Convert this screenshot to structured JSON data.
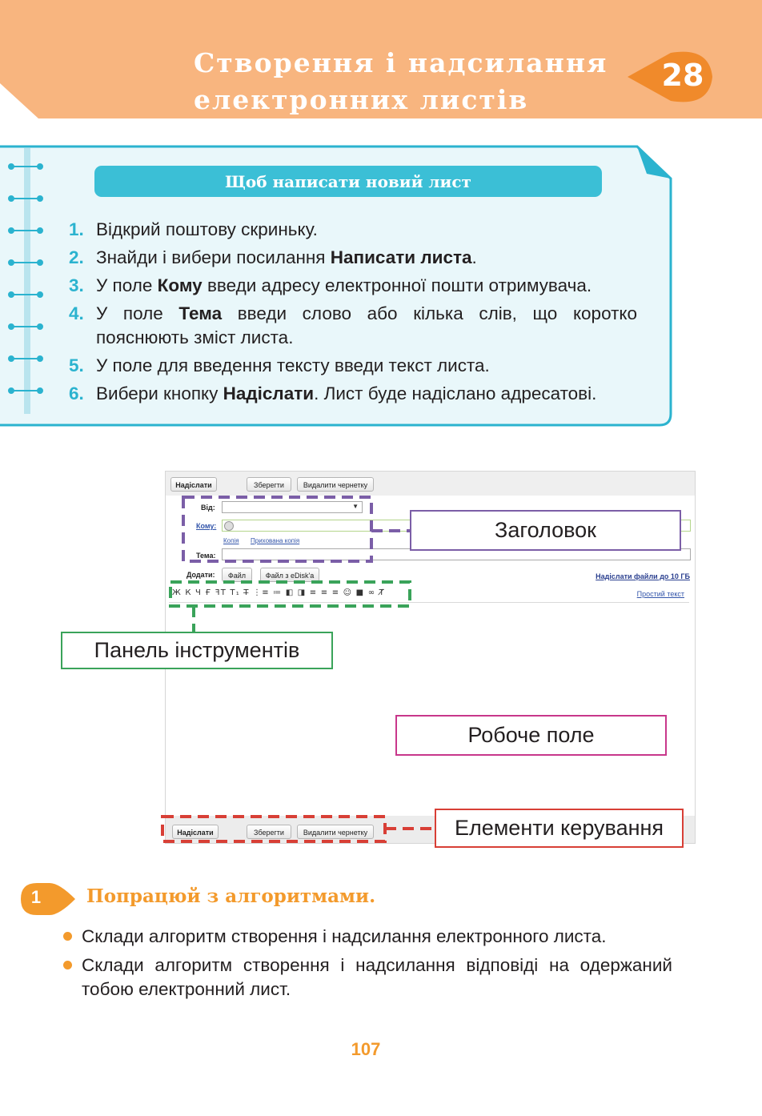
{
  "header": {
    "title_line1": "Створення і надсилання",
    "title_line2": "електронних листів",
    "lesson_number": "28",
    "colors": {
      "banner": "#f8b57f",
      "badge": "#f08a2b"
    }
  },
  "instructions": {
    "heading": "Щоб написати новий лист",
    "steps": [
      {
        "num": "1.",
        "text": "Відкрий поштову скриньку."
      },
      {
        "num": "2.",
        "before": "Знайди і вибери посилання ",
        "bold": "Написати листа",
        "after": "."
      },
      {
        "num": "3.",
        "before": "У поле ",
        "bold": "Кому",
        "after": " введи адресу електронної пошти отримувача."
      },
      {
        "num": "4.",
        "before": "У поле ",
        "bold": "Тема",
        "after": " введи слово або кілька слів, що коротко пояснюють зміст листа."
      },
      {
        "num": "5.",
        "text": "У поле для введення тексту введи текст листа."
      },
      {
        "num": "6.",
        "before": "Вибери кнопку ",
        "bold": "Надіслати",
        "after": ". Лист буде надіслано адресатові."
      }
    ],
    "colors": {
      "box_fill": "#e9f7fa",
      "box_border": "#2bb3cf"
    }
  },
  "mail_screenshot": {
    "send_button": "Надіслати",
    "save_button": "Зберегти",
    "delete_draft_button": "Видалити чернетку",
    "from_label": "Від:",
    "to_label": "Кому:",
    "copy_link": "Копія",
    "hidden_copy_link": "Прихована копія",
    "subject_label": "Тема:",
    "attach_label": "Додати:",
    "file_button": "Файл",
    "edisk_button": "Файл з eDisk'a",
    "send_files_link": "Надіслати файли до 10 ГБ",
    "toolbar_icons": "Ж К Ч Ғ ꟻT T₁ T̶ ⋮≡ ≔ ◧ ◨ ≡ ≡ ≡ ☺ ■ ∞ T̸",
    "plain_text_link": "Простий текст",
    "bottom_send_button": "Надіслати",
    "bottom_save_button": "Зберегти",
    "bottom_delete_draft_button": "Видалити чернетку"
  },
  "callouts": {
    "header": "Заголовок",
    "toolbar": "Панель інструментів",
    "work_area": "Робоче поле",
    "controls": "Елементи керування",
    "colors": {
      "header": "#7b5ea7",
      "toolbar": "#3aa35a",
      "work_area": "#c8378b",
      "controls": "#d83f36"
    }
  },
  "exercise": {
    "number": "1",
    "title": "Попрацюй з алгоритмами.",
    "bullets": [
      "Склади алгоритм створення і надсилання електронного листа.",
      "Склади алгоритм створення і надсилання відповіді на одержаний тобою електронний лист."
    ],
    "color": "#f39a2c"
  },
  "page_number": "107"
}
